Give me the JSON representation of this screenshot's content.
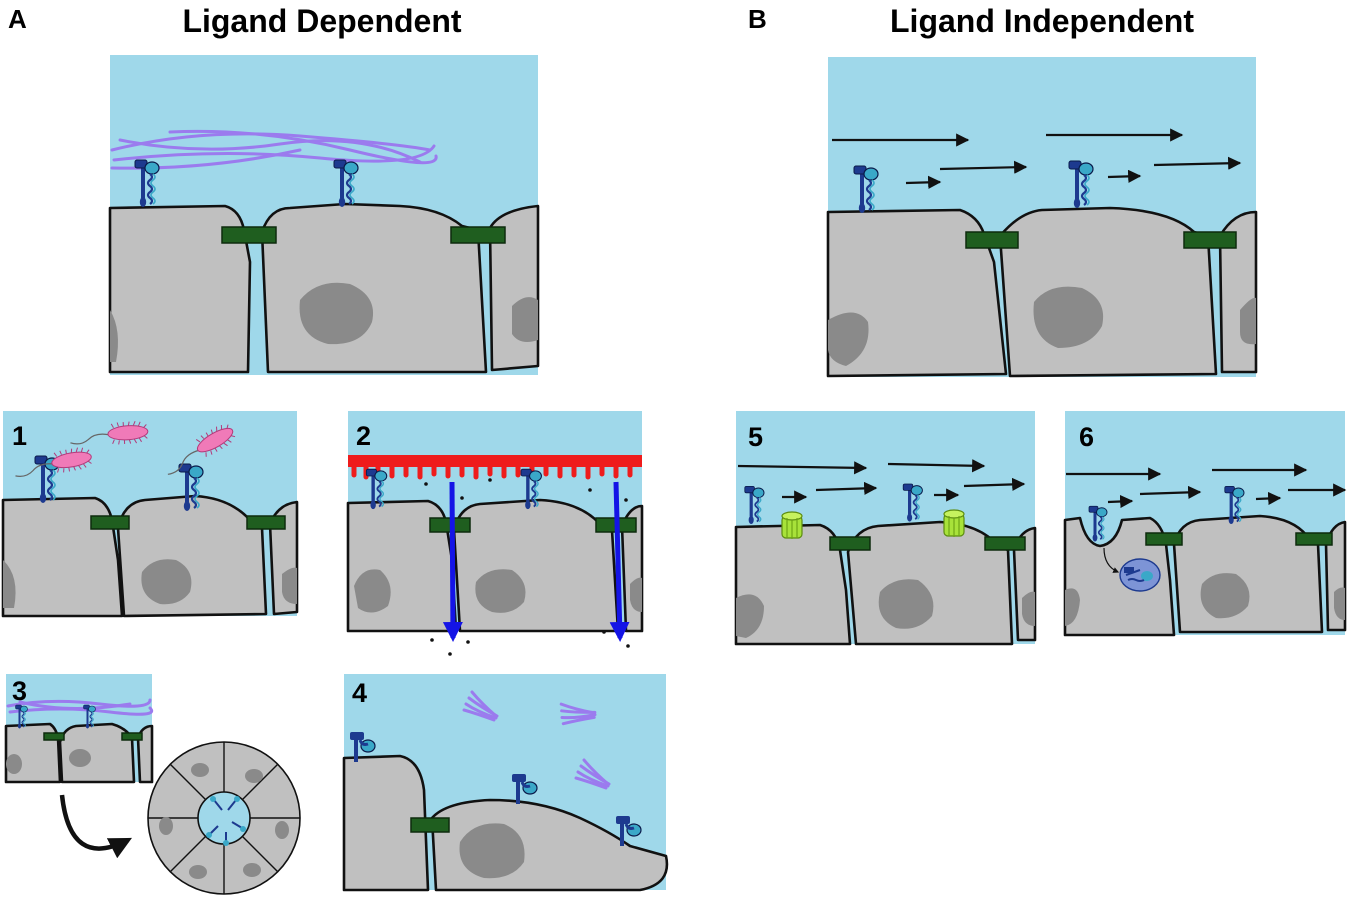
{
  "sections": {
    "a": {
      "letter": "A",
      "title": "Ligand Dependent"
    },
    "b": {
      "letter": "B",
      "title": "Ligand Independent"
    }
  },
  "panels": {
    "p1": "1",
    "p2": "2",
    "p3": "3",
    "p4": "4",
    "p5": "5",
    "p6": "6"
  },
  "colors": {
    "lumen": "#9fd8ea",
    "cell": "#c0c0c0",
    "nucleus": "#8a8a8a",
    "tight_junction": "#1f5e1f",
    "receptor_dark": "#1d3a8f",
    "receptor_light": "#3aa8c8",
    "fibers": "#9b7bee",
    "bacteria": "#f07ab8",
    "mucus": "#ee1c1c",
    "transport_arrow": "#1414e6",
    "channel": "#a8e23a",
    "vesicle": "#7d94d6"
  },
  "icons": {
    "receptor": "receptor-icon",
    "tight_junction": "tight-junction-icon",
    "nucleus": "nucleus-icon",
    "bacterium": "bacterium-icon",
    "channel": "channel-icon",
    "flow_arrow": "flow-arrow-icon",
    "organoid": "organoid-icon"
  }
}
